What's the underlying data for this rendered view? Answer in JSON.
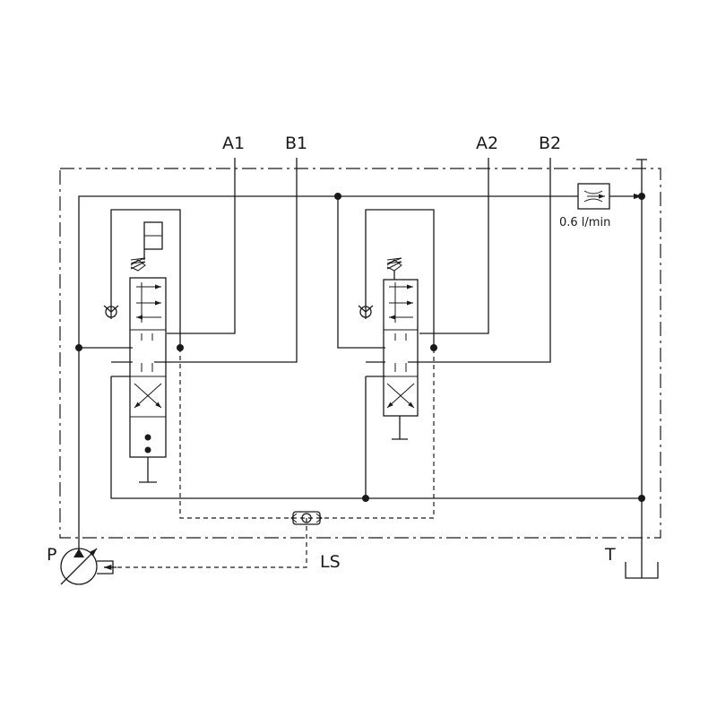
{
  "ports": {
    "a1": "A1",
    "b1": "B1",
    "a2": "A2",
    "b2": "B2",
    "p": "P",
    "t": "T",
    "ls": "LS"
  },
  "flow_restrictor": {
    "label": "0.6 l/min"
  }
}
